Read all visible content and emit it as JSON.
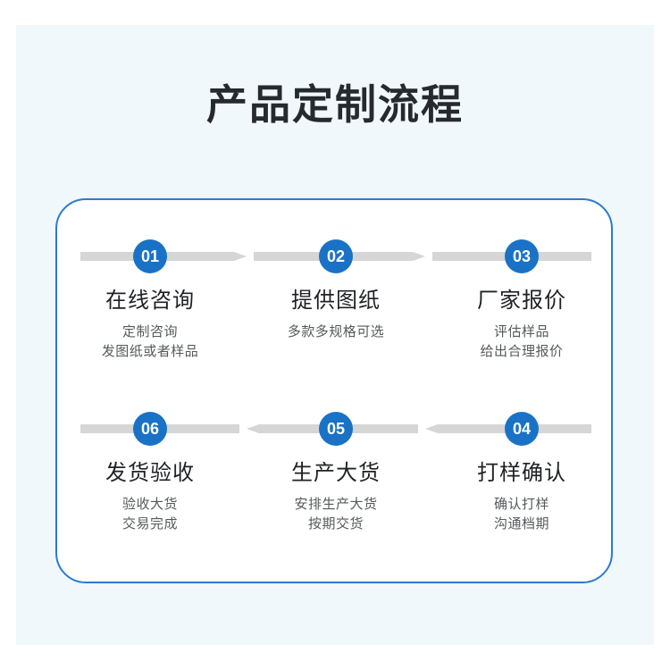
{
  "page": {
    "title": "产品定制流程",
    "background_color": "#f0f8fc",
    "outer_color": "#ffffff"
  },
  "card": {
    "border_color": "#2b7ad0",
    "background_color": "#ffffff"
  },
  "theme": {
    "badge_color": "#1a72c6",
    "badge_text_color": "#ffffff",
    "rail_color": "#d6d6d6",
    "title_color": "#262a2e",
    "step_title_color": "#1f2124",
    "step_desc_color": "#56595c"
  },
  "rows": [
    {
      "direction": "right",
      "steps": [
        {
          "number": "01",
          "title": "在线咨询",
          "desc": [
            "定制咨询",
            "发图纸或者样品"
          ]
        },
        {
          "number": "02",
          "title": "提供图纸",
          "desc": [
            "多款多规格可选"
          ]
        },
        {
          "number": "03",
          "title": "厂家报价",
          "desc": [
            "评估样品",
            "给出合理报价"
          ]
        }
      ]
    },
    {
      "direction": "left",
      "steps": [
        {
          "number": "06",
          "title": "发货验收",
          "desc": [
            "验收大货",
            "交易完成"
          ]
        },
        {
          "number": "05",
          "title": "生产大货",
          "desc": [
            "安排生产大货",
            "按期交货"
          ]
        },
        {
          "number": "04",
          "title": "打样确认",
          "desc": [
            "确认打样",
            "沟通档期"
          ]
        }
      ]
    }
  ]
}
